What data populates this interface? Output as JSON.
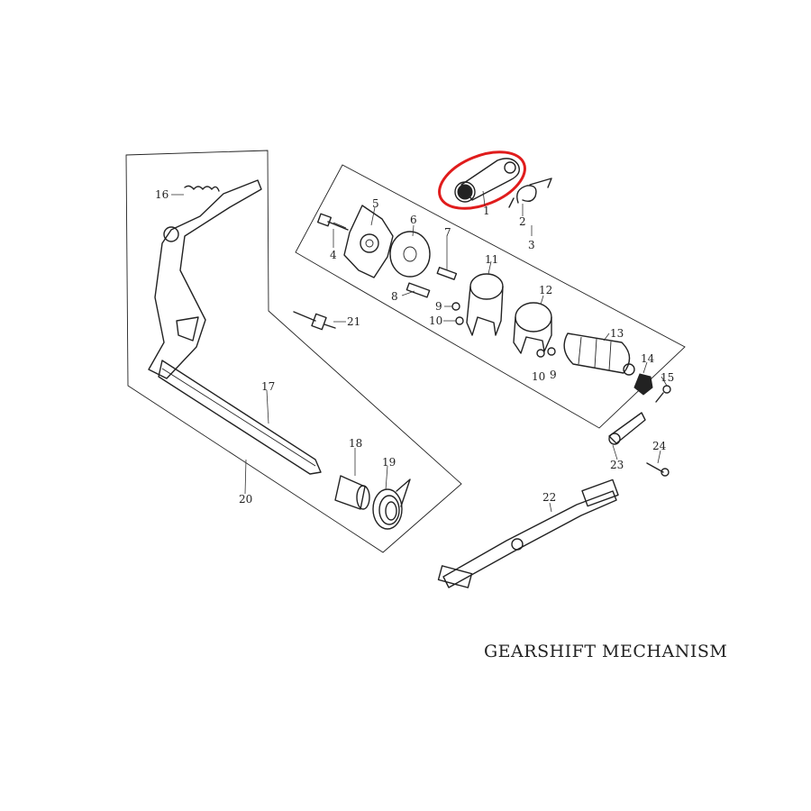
{
  "caption": "GEARSHIFT MECHANISM",
  "highlight_color": "#e01c1c",
  "parts": [
    {
      "id": "p1",
      "label": "1"
    },
    {
      "id": "p2",
      "label": "2"
    },
    {
      "id": "p3",
      "label": "3"
    },
    {
      "id": "p4",
      "label": "4"
    },
    {
      "id": "p5",
      "label": "5"
    },
    {
      "id": "p6",
      "label": "6"
    },
    {
      "id": "p7",
      "label": "7"
    },
    {
      "id": "p8",
      "label": "8"
    },
    {
      "id": "p9a",
      "label": "9"
    },
    {
      "id": "p9b",
      "label": "9"
    },
    {
      "id": "p10a",
      "label": "10"
    },
    {
      "id": "p10b",
      "label": "10"
    },
    {
      "id": "p11",
      "label": "11"
    },
    {
      "id": "p12",
      "label": "12"
    },
    {
      "id": "p13",
      "label": "13"
    },
    {
      "id": "p14",
      "label": "14"
    },
    {
      "id": "p15",
      "label": "15"
    },
    {
      "id": "p16",
      "label": "16"
    },
    {
      "id": "p17",
      "label": "17"
    },
    {
      "id": "p18",
      "label": "18"
    },
    {
      "id": "p19",
      "label": "19"
    },
    {
      "id": "p20",
      "label": "20"
    },
    {
      "id": "p21",
      "label": "21"
    },
    {
      "id": "p22",
      "label": "22"
    },
    {
      "id": "p23",
      "label": "23"
    },
    {
      "id": "p24",
      "label": "24"
    }
  ]
}
